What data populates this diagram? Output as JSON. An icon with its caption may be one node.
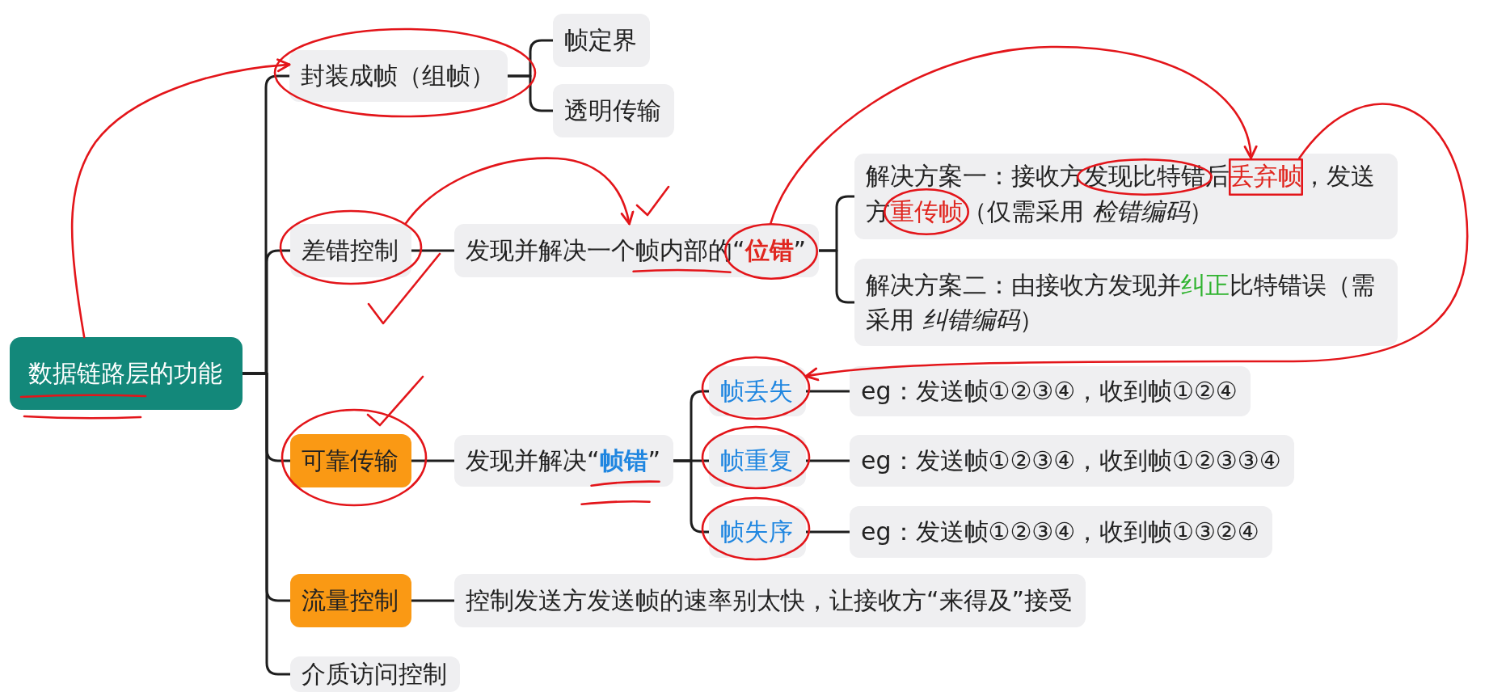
{
  "diagram": {
    "nodes": [
      {
        "text": [
          "数据链路层的功能"
        ]
      },
      {
        "text": [
          "封装成帧（组帧）"
        ]
      },
      {
        "text": [
          "帧定界"
        ]
      },
      {
        "text": [
          "透明传输"
        ]
      },
      {
        "text": [
          "差错控制"
        ]
      },
      {
        "text": [
          "发现并解决一个帧内部的“**位错**”"
        ]
      },
      {
        "text": [
          "解决方案一：接收方发现比特错后**丢弃帧**，发送方**重传帧**（仅需采用 *检错编码*）"
        ]
      },
      {
        "text": [
          "解决方案二：由接收方发现并**纠正**比特错误（需采用 *纠错编码*）"
        ]
      },
      {
        "text": [
          "可靠传输"
        ]
      },
      {
        "text": [
          "发现并解决“**帧错**”"
        ]
      },
      {
        "text": [
          "帧丢失"
        ]
      },
      {
        "text": [
          "帧重复"
        ]
      },
      {
        "text": [
          "帧失序"
        ]
      },
      {
        "text": [
          "eg：发送帧①②③④，收到帧①②④"
        ]
      },
      {
        "text": [
          "eg：发送帧①②③④，收到帧①②③③④"
        ]
      },
      {
        "text": [
          "eg：发送帧①②③④，收到帧①③②④"
        ]
      },
      {
        "text": [
          "流量控制"
        ]
      },
      {
        "text": [
          "控制发送方发送帧的速率别太快，让接收方“来得及”接受"
        ]
      },
      {
        "text": [
          "介质访问控制"
        ]
      },
      {
        "text": [],
        "shape": "circle",
        "in": 5
      },
      {
        "text": [],
        "shape": "box",
        "in": 6
      },
      {
        "text": [],
        "shape": "circle",
        "in": 6
      },
      {
        "text": [],
        "shape": "circle",
        "in": 6
      }
    ],
    "edges": [
      {
        "from": 0,
        "to": 1,
        "arrow": "none"
      },
      {
        "from": 0,
        "to": 4,
        "arrow": "none"
      },
      {
        "from": 0,
        "to": 8,
        "arrow": "none"
      },
      {
        "from": 0,
        "to": 16,
        "arrow": "none"
      },
      {
        "from": 0,
        "to": 18,
        "arrow": "none"
      },
      {
        "from": 1,
        "to": 2,
        "arrow": "none"
      },
      {
        "from": 1,
        "to": 3,
        "arrow": "none"
      },
      {
        "from": 4,
        "to": 5,
        "arrow": "none"
      },
      {
        "from": 5,
        "to": 6,
        "arrow": "none"
      },
      {
        "from": 5,
        "to": 7,
        "arrow": "none"
      },
      {
        "from": 8,
        "to": 9,
        "arrow": "none"
      },
      {
        "from": 9,
        "to": 10,
        "arrow": "none"
      },
      {
        "from": 9,
        "to": 11,
        "arrow": "none"
      },
      {
        "from": 9,
        "to": 12,
        "arrow": "none"
      },
      {
        "from": 10,
        "to": 13,
        "arrow": "none"
      },
      {
        "from": 11,
        "to": 14,
        "arrow": "none"
      },
      {
        "from": 12,
        "to": 15,
        "arrow": "none"
      },
      {
        "from": 16,
        "to": 17,
        "arrow": "none"
      },
      {
        "from": 0,
        "to": 1,
        "arrow": "to",
        "color": "#e3151a"
      },
      {
        "from": 4,
        "to": 5,
        "arrow": "to",
        "color": "#e3151a"
      },
      {
        "from": 19,
        "to": 20,
        "arrow": "to",
        "color": "#e3151a"
      },
      {
        "from": 20,
        "to": 10,
        "arrow": "to",
        "color": "#e3151a"
      }
    ]
  }
}
